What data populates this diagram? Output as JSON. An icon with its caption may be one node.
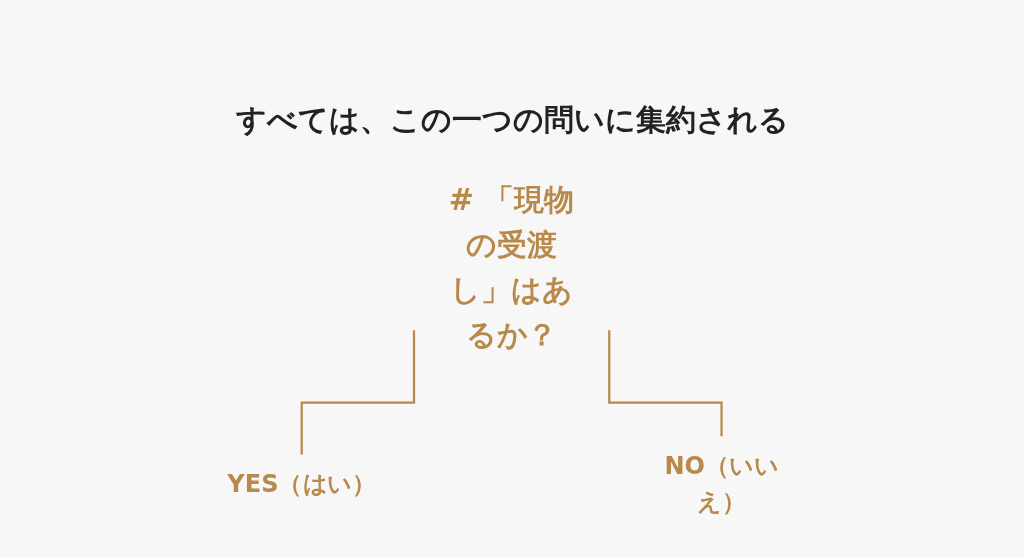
{
  "diagram": {
    "title": "すべては、この一つの問いに集約される",
    "nodes": [
      {
        "text": [
          "# 「現物の受渡し」はあるか？"
        ]
      },
      {
        "text": [
          "YES（はい）"
        ]
      },
      {
        "text": [
          "NO（いいえ）"
        ]
      }
    ],
    "edges": [
      {
        "from": 0,
        "to": 1,
        "arrow": "none"
      },
      {
        "from": 0,
        "to": 2,
        "arrow": "none"
      }
    ]
  }
}
